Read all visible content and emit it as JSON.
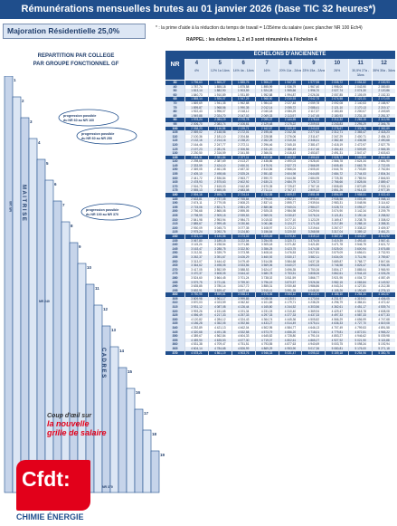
{
  "title": "Rémunérations mensuelles brutes au 01 janvier 2026 (base TIC 32 heures*)",
  "majoration": "Majoration Résidentielle 25,0%",
  "note": "* : la prime d'aide à la réduction du temps de travail = 1/35ème du salaire (avec plancher NR 100 Ech4)",
  "rappel": "RAPPEL : les échelons 1, 2 et 3 sont rémunérés à l'échelon 4",
  "repartition": [
    "REPARTITION PAR COLLEGE",
    "PAR GROUPE FONCTIONNEL GF"
  ],
  "table": {
    "nr_label": "NR",
    "echelons_label": "ECHELONS D'ANCIENNETE",
    "echelons": [
      {
        "n": "4",
        "p": "4%"
      },
      {
        "n": "5",
        "p": "12% 1a 1Ans"
      },
      {
        "n": "6",
        "p": "14% 4a - 1Ans"
      },
      {
        "n": "7",
        "p": "16%"
      },
      {
        "n": "8",
        "p": "20% 11a - 2Ans"
      },
      {
        "n": "9",
        "p": "23% 15a - 2Ans"
      },
      {
        "n": "10",
        "p": "26%"
      },
      {
        "n": "11",
        "p": "30,5% 27a - 3Ans"
      },
      {
        "n": "12",
        "p": "35% 30a - 3Ans"
      }
    ],
    "rows": [
      {
        "nr": "30",
        "v": [
          "1 796,63",
          "1 865,27",
          "1 885,76",
          "1 906,27",
          "1 947,25",
          "1 977,98",
          "2 008,72",
          "2 054,82",
          "2 100,93"
        ]
      },
      {
        "nr": "40",
        "v": [
          "1 787,74",
          "1 855,18",
          "1 875,58",
          "1 895,99",
          "1 936,79",
          "1 967,40",
          "1 998,00",
          "2 043,90",
          "2 089,80"
        ]
      },
      {
        "nr": "50",
        "v": [
          "1 813,14",
          "1 882,90",
          "1 903,59",
          "1 924,28",
          "1 965,66",
          "1 996,70",
          "2 027,74",
          "2 074,30",
          "2 120,86"
        ]
      },
      {
        "nr": "60",
        "v": [
          "1 840,73",
          "1 910,89",
          "1 931,89",
          "1 952,88",
          "1 994,87",
          "2 026,36",
          "2 057,85",
          "2 105,09",
          "2 152,33"
        ]
      },
      {
        "nr": "65",
        "v": [
          "1 855,14",
          "1 926,07",
          "1 947,29",
          "1 968,50",
          "2 010,93",
          "2 042,75",
          "2 074,58",
          "2 122,31",
          "2 170,05"
        ]
      },
      {
        "nr": "70",
        "v": [
          "1 869,69",
          "1 941,35",
          "1 962,88",
          "1 984,42",
          "2 027,48",
          "2 059,78",
          "2 092,08",
          "2 140,53",
          "2 188,97"
        ]
      },
      {
        "nr": "75",
        "v": [
          "1 895,87",
          "1 968,56",
          "1 990,35",
          "2 012,14",
          "2 055,72",
          "2 088,41",
          "2 121,10",
          "2 170,13",
          "2 219,17"
        ]
      },
      {
        "nr": "80",
        "v": [
          "1 922,43",
          "1 996,07",
          "2 018,12",
          "2 040,18",
          "2 084,29",
          "2 117,37",
          "2 150,45",
          "2 200,07",
          "2 249,69"
        ]
      },
      {
        "nr": "85",
        "v": [
          "1 949,88",
          "2 024,70",
          "2 047,02",
          "2 069,33",
          "2 113,97",
          "2 147,45",
          "2 180,93",
          "2 231,15",
          "2 281,37"
        ]
      },
      {
        "nr": "90",
        "v": [
          "1 978,24",
          "2 054,19",
          "2 076,78",
          "2 099,37",
          "2 144,55",
          "2 178,43",
          "2 212,32",
          "2 263,15",
          "2 313,98"
        ]
      },
      {
        "nr": "95",
        "v": [
          "2 006,70",
          "2 083,74",
          "2 106,61",
          "2 129,48",
          "2 175,22",
          "2 209,53",
          "2 243,83",
          "2 295,29",
          "2 346,75"
        ]
      },
      {
        "nr": "100",
        "v": [
          "2 038,23",
          "2 116,55",
          "2 139,71",
          "2 162,87",
          "2 209,19",
          "2 243,93",
          "2 278,67",
          "2 330,78",
          "2 382,89"
        ]
      },
      {
        "nr": "105",
        "v": [
          "2 069,02",
          "2 148,56",
          "2 172,01",
          "2 195,46",
          "2 242,36",
          "2 277,53",
          "2 312,71",
          "2 365,47",
          "2 418,23"
        ]
      },
      {
        "nr": "110",
        "v": [
          "2 100,36",
          "2 181,10",
          "2 204,84",
          "2 228,58",
          "2 276,06",
          "2 311,67",
          "2 347,29",
          "2 400,71",
          "2 454,13"
        ]
      },
      {
        "nr": "115",
        "v": [
          "2 132,16",
          "2 214,16",
          "2 238,20",
          "2 262,25",
          "2 310,34",
          "2 346,41",
          "2 382,48",
          "2 436,58",
          "2 490,68"
        ]
      },
      {
        "nr": "120",
        "v": [
          "2 164,46",
          "2 247,77",
          "2 272,11",
          "2 296,46",
          "2 345,15",
          "2 381,67",
          "2 418,19",
          "2 472,97",
          "2 527,75"
        ]
      },
      {
        "nr": "125",
        "v": [
          "2 197,23",
          "2 281,91",
          "2 306,56",
          "2 331,20",
          "2 380,49",
          "2 417,46",
          "2 454,43",
          "2 509,89",
          "2 565,35"
        ]
      },
      {
        "nr": "130",
        "v": [
          "2 230,50",
          "2 316,59",
          "2 341,55",
          "2 366,51",
          "2 416,43",
          "2 453,87",
          "2 491,31",
          "2 547,47",
          "2 603,63"
        ]
      },
      {
        "nr": "135",
        "v": [
          "2 264,31",
          "2 351,84",
          "2 377,11",
          "2 402,38",
          "2 452,92",
          "2 490,83",
          "2 528,73",
          "2 585,59",
          "2 642,45"
        ]
      },
      {
        "nr": "140",
        "v": [
          "2 298,68",
          "2 387,69",
          "2 413,27",
          "2 438,86",
          "2 490,03",
          "2 528,40",
          "2 566,78",
          "2 624,34",
          "2 681,90"
        ]
      },
      {
        "nr": "145",
        "v": [
          "2 333,59",
          "2 424,10",
          "2 450,01",
          "2 475,91",
          "2 527,73",
          "2 566,59",
          "2 605,45",
          "2 663,75",
          "2 722,05"
        ]
      },
      {
        "nr": "150",
        "v": [
          "2 369,05",
          "2 461,08",
          "2 487,32",
          "2 513,56",
          "2 566,04",
          "2 605,40",
          "2 644,76",
          "2 703,80",
          "2 762,84"
        ]
      },
      {
        "nr": "155",
        "v": [
          "2 405,10",
          "2 498,66",
          "2 525,24",
          "2 551,82",
          "2 604,98",
          "2 644,85",
          "2 684,72",
          "2 744,53",
          "2 804,34"
        ]
      },
      {
        "nr": "160",
        "v": [
          "2 441,72",
          "2 536,84",
          "2 563,77",
          "2 590,70",
          "2 644,56",
          "2 684,95",
          "2 725,35",
          "2 785,94",
          "2 846,53"
        ]
      },
      {
        "nr": "165",
        "v": [
          "2 478,93",
          "2 575,63",
          "2 602,92",
          "2 630,21",
          "2 684,79",
          "2 725,72",
          "2 766,66",
          "2 828,06",
          "2 889,47"
        ]
      },
      {
        "nr": "170",
        "v": [
          "2 516,73",
          "2 615,03",
          "2 642,69",
          "2 670,35",
          "2 725,67",
          "2 767,16",
          "2 808,65",
          "2 870,89",
          "2 933,13"
        ]
      },
      {
        "nr": "175",
        "v": [
          "2 555,13",
          "2 655,05",
          "2 683,08",
          "2 711,11",
          "2 767,17",
          "2 809,22",
          "2 851,26",
          "2 914,33",
          "2 977,39"
        ]
      },
      {
        "nr": "180",
        "v": [
          "2 594,16",
          "2 695,73",
          "2 724,14",
          "2 752,55",
          "2 809,37",
          "2 851,98",
          "2 894,59",
          "2 958,51",
          "3 022,43"
        ]
      },
      {
        "nr": "185",
        "v": [
          "2 633,81",
          "2 737,05",
          "2 765,84",
          "2 794,63",
          "2 852,21",
          "2 895,40",
          "2 938,58",
          "3 003,36",
          "3 068,13"
        ]
      },
      {
        "nr": "190",
        "v": [
          "2 674,11",
          "2 779,05",
          "2 808,23",
          "2 837,41",
          "2 895,77",
          "2 939,54",
          "2 983,31",
          "3 048,96",
          "3 114,62"
        ]
      },
      {
        "nr": "195",
        "v": [
          "2 715,06",
          "2 821,71",
          "2 851,29",
          "2 880,86",
          "2 940,01",
          "2 984,37",
          "3 028,73",
          "3 095,27",
          "3 161,82"
        ]
      },
      {
        "nr": "200",
        "v": [
          "2 756,68",
          "2 865,08",
          "2 895,05",
          "2 925,03",
          "2 984,98",
          "3 029,94",
          "3 074,90",
          "3 142,34",
          "3 209,79"
        ]
      },
      {
        "nr": "205",
        "v": [
          "2 798,99",
          "2 909,15",
          "2 939,53",
          "2 969,91",
          "3 030,67",
          "3 076,24",
          "3 121,81",
          "3 190,16",
          "3 258,52"
        ]
      },
      {
        "nr": "210",
        "v": [
          "2 841,98",
          "2 953,94",
          "2 984,73",
          "3 015,52",
          "3 077,10",
          "3 123,29",
          "3 169,47",
          "3 238,75",
          "3 308,02"
        ]
      },
      {
        "nr": "215",
        "v": [
          "2 885,67",
          "2 999,45",
          "3 030,66",
          "3 061,86",
          "3 124,27",
          "3 171,08",
          "3 217,89",
          "3 288,10",
          "3 358,31"
        ]
      },
      {
        "nr": "220",
        "v": [
          "2 930,09",
          "3 045,73",
          "3 077,35",
          "3 108,97",
          "3 172,21",
          "3 219,64",
          "3 267,07",
          "3 338,22",
          "3 409,37"
        ]
      },
      {
        "nr": "225",
        "v": [
          "2 975,24",
          "3 092,76",
          "3 124,80",
          "3 156,84",
          "3 220,92",
          "3 268,98",
          "3 317,04",
          "3 389,12",
          "3 461,21"
        ]
      },
      {
        "nr": "230",
        "v": [
          "3 021,14",
          "3 140,56",
          "3 173,02",
          "3 205,49",
          "3 270,42",
          "3 319,12",
          "3 367,82",
          "3 440,87",
          "3 513,92"
        ]
      },
      {
        "nr": "235",
        "v": [
          "3 067,80",
          "3 189,15",
          "3 222,04",
          "3 254,93",
          "3 320,71",
          "3 370,05",
          "3 419,39",
          "3 493,40",
          "3 567,41"
        ]
      },
      {
        "nr": "240",
        "v": [
          "3 115,24",
          "3 238,54",
          "3 271,86",
          "3 305,18",
          "3 371,82",
          "3 421,80",
          "3 471,78",
          "3 546,75",
          "3 621,72"
        ]
      },
      {
        "nr": "245",
        "v": [
          "3 163,47",
          "3 288,75",
          "3 322,50",
          "3 356,25",
          "3 423,75",
          "3 474,38",
          "3 525,00",
          "3 600,94",
          "3 676,88"
        ]
      },
      {
        "nr": "250",
        "v": [
          "3 212,51",
          "3 339,79",
          "3 373,98",
          "3 408,16",
          "3 476,53",
          "3 527,81",
          "3 579,09",
          "3 656,01",
          "3 732,93"
        ]
      },
      {
        "nr": "255",
        "v": [
          "3 262,37",
          "3 391,67",
          "3 426,29",
          "3 460,92",
          "3 530,17",
          "3 582,11",
          "3 634,05",
          "3 711,96",
          "3 789,87"
        ]
      },
      {
        "nr": "260",
        "v": [
          "3 313,07",
          "3 444,42",
          "3 479,49",
          "3 514,55",
          "3 584,68",
          "3 637,28",
          "3 689,87",
          "3 768,77",
          "3 847,66"
        ]
      },
      {
        "nr": "265",
        "v": [
          "3 364,62",
          "3 498,05",
          "3 533,56",
          "3 569,06",
          "3 640,07",
          "3 693,33",
          "3 746,58",
          "3 826,47",
          "3 906,35"
        ]
      },
      {
        "nr": "270",
        "v": [
          "3 417,05",
          "3 552,59",
          "3 588,53",
          "3 624,47",
          "3 696,35",
          "3 750,26",
          "3 804,17",
          "3 885,04",
          "3 965,90"
        ]
      },
      {
        "nr": "275",
        "v": [
          "3 470,37",
          "3 608,05",
          "3 644,42",
          "3 680,78",
          "3 753,51",
          "3 808,06",
          "3 862,61",
          "3 944,43",
          "4 026,26"
        ]
      },
      {
        "nr": "280",
        "v": [
          "3 524,60",
          "3 664,45",
          "3 701,24",
          "3 738,02",
          "3 811,59",
          "3 866,77",
          "3 921,95",
          "4 004,72",
          "4 087,49"
        ]
      },
      {
        "nr": "285",
        "v": [
          "3 579,75",
          "3 721,81",
          "3 759,00",
          "3 796,19",
          "3 870,57",
          "3 926,36",
          "3 982,15",
          "4 065,84",
          "4 149,52"
        ]
      },
      {
        "nr": "290",
        "v": [
          "3 635,85",
          "3 780,14",
          "3 817,72",
          "3 855,31",
          "3 930,48",
          "3 986,86",
          "4 043,24",
          "4 127,81",
          "4 212,38"
        ]
      },
      {
        "nr": "295",
        "v": [
          "3 692,91",
          "3 839,47",
          "3 877,44",
          "3 915,41",
          "3 991,35",
          "4 048,30",
          "4 105,26",
          "4 190,69",
          "4 276,13"
        ]
      },
      {
        "nr": "300",
        "v": [
          "3 750,95",
          "3 899,81",
          "3 938,14",
          "3 976,46",
          "4 053,12",
          "4 110,61",
          "4 168,10",
          "4 254,34",
          "4 340,57"
        ]
      },
      {
        "nr": "305",
        "v": [
          "3 809,98",
          "3 961,17",
          "3 999,85",
          "4 038,54",
          "4 115,91",
          "4 173,94",
          "4 231,97",
          "4 319,01",
          "4 406,05"
        ]
      },
      {
        "nr": "310",
        "v": [
          "3 870,03",
          "4 023,59",
          "4 062,62",
          "4 101,65",
          "4 179,71",
          "4 238,25",
          "4 296,79",
          "4 384,61",
          "4 472,42"
        ]
      },
      {
        "nr": "315",
        "v": [
          "3 931,12",
          "4 087,08",
          "4 126,44",
          "4 165,80",
          "4 244,52",
          "4 303,56",
          "4 362,61",
          "4 451,17",
          "4 539,74"
        ]
      },
      {
        "nr": "320",
        "v": [
          "3 993,26",
          "4 151,65",
          "4 191,34",
          "4 231,03",
          "4 310,40",
          "4 369,94",
          "4 429,47",
          "4 518,78",
          "4 608,08"
        ]
      },
      {
        "nr": "325",
        "v": [
          "4 056,49",
          "4 217,33",
          "4 257,33",
          "4 297,33",
          "4 377,33",
          "4 437,33",
          "4 497,33",
          "4 587,33",
          "4 677,33"
        ]
      },
      {
        "nr": "330",
        "v": [
          "4 120,82",
          "4 284,12",
          "4 324,43",
          "4 364,74",
          "4 445,36",
          "4 505,82",
          "4 566,29",
          "4 656,99",
          "4 747,68"
        ]
      },
      {
        "nr": "335",
        "v": [
          "4 186,28",
          "4 352,05",
          "4 392,66",
          "4 433,27",
          "4 514,49",
          "4 575,41",
          "4 636,33",
          "4 727,70",
          "4 819,08"
        ]
      },
      {
        "nr": "340",
        "v": [
          "4 252,89",
          "4 421,13",
          "4 462,04",
          "4 502,95",
          "4 584,77",
          "4 646,13",
          "4 707,49",
          "4 799,53",
          "4 891,58"
        ]
      },
      {
        "nr": "345",
        "v": [
          "4 320,68",
          "4 491,38",
          "4 532,58",
          "4 573,79",
          "4 656,20",
          "4 718,01",
          "4 779,81",
          "4 872,51",
          "4 965,22"
        ]
      },
      {
        "nr": "350",
        "v": [
          "4 389,67",
          "4 562,84",
          "4 604,33",
          "4 645,82",
          "4 728,80",
          "4 791,04",
          "4 853,27",
          "4 946,62",
          "5 039,98"
        ]
      },
      {
        "nr": "355",
        "v": [
          "4 459,90",
          "4 635,53",
          "4 677,30",
          "4 719,07",
          "4 802,61",
          "4 865,27",
          "4 927,92",
          "5 021,90",
          "5 115,88"
        ]
      },
      {
        "nr": "360",
        "v": [
          "4 531,38",
          "4 709,47",
          "4 751,51",
          "4 793,55",
          "4 877,63",
          "4 940,69",
          "5 003,75",
          "5 098,34",
          "5 192,94"
        ]
      },
      {
        "nr": "365",
        "v": [
          "4 604,14",
          "4 784,68",
          "4 826,99",
          "4 869,29",
          "4 953,90",
          "5 017,36",
          "5 080,81",
          "5 176,00",
          "5 271,18"
        ]
      },
      {
        "nr": "370",
        "v": [
          "4 678,21",
          "4 861,19",
          "4 903,76",
          "4 946,33",
          "5 031,47",
          "5 095,32",
          "5 159,18",
          "5 254,96",
          "5 350,75"
        ]
      }
    ]
  },
  "gf_labels": {
    "maitrise": "MAITRISE",
    "cadres": "CADRES",
    "progressions": [
      "progression possible du NR 60 au NR 160",
      "progression possible du NR 60 au NR 250",
      "progression possible du NR 100 au NR 370"
    ],
    "nr_marks": [
      "NR 160",
      "NR 240",
      "NR 370"
    ],
    "gf_numbers": [
      "1",
      "2",
      "3",
      "4",
      "5",
      "6",
      "7",
      "8",
      "9",
      "10",
      "11",
      "12",
      "13",
      "14",
      "15",
      "16",
      "17",
      "18",
      "19"
    ]
  },
  "promo": {
    "line1": "Coup d'œil sur",
    "line2": "la nouvelle",
    "line3": "grille de salaire"
  },
  "logo": {
    "text": "Cfdt:",
    "sub": "CHIMIE ÉNERGIE",
    "color": "#e2001a"
  },
  "colors": {
    "navy": "#1f4e8c",
    "light": "#dce6f4"
  }
}
